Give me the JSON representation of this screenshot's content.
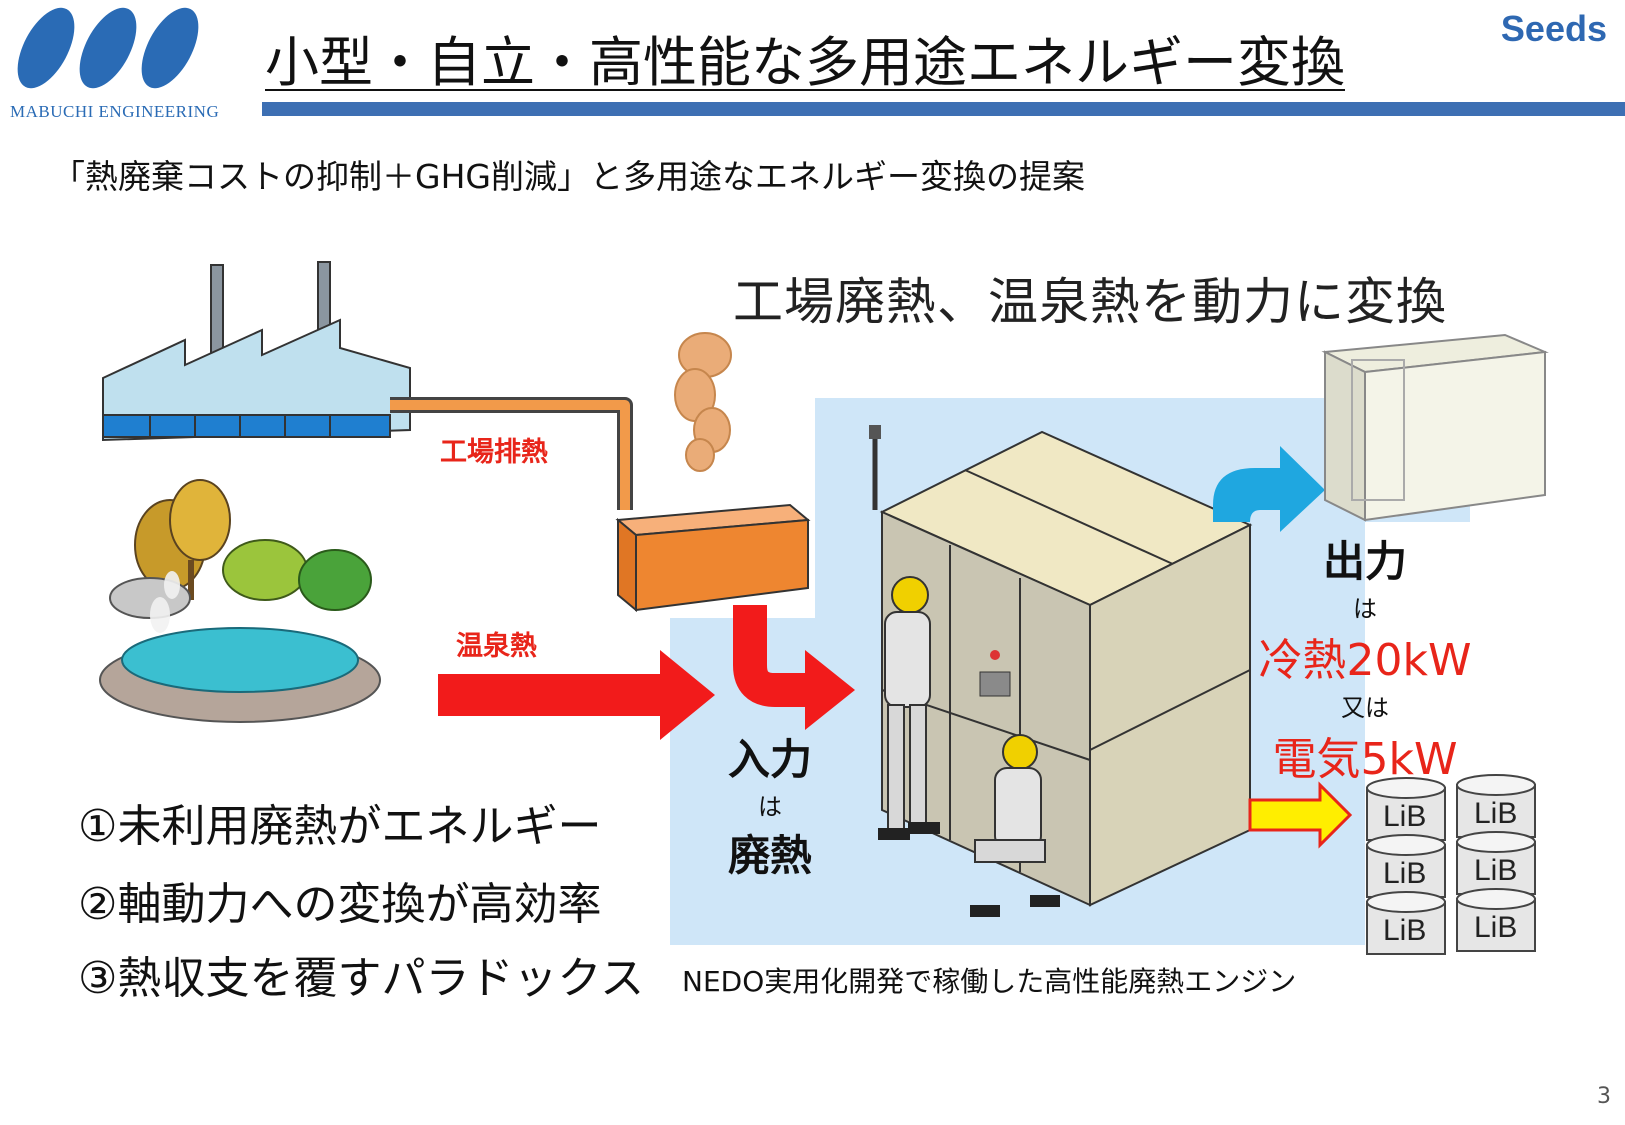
{
  "header": {
    "logo_text": "MABUCHI ENGINEERING",
    "title": "小型・自立・高性能な多用途エネルギー変換",
    "tag": "Seeds",
    "subtitle": "「熱廃棄コストの抑制＋GHG削減」と多用途なエネルギー変換の提案"
  },
  "diagram": {
    "headline": "工場廃熱、温泉熱を動力に変換",
    "factory_label": "工場排熱",
    "onsen_label": "温泉熱",
    "input": {
      "line1": "入力",
      "particle": "は",
      "line2": "廃熱"
    },
    "output": {
      "line1": "出力",
      "particle1": "は",
      "cold": "冷熱20kW",
      "or": "又は",
      "electric": "電気5kW"
    },
    "battery_label": "LiB",
    "caption": "NEDO実用化開発で稼働した高性能廃熱エンジン"
  },
  "points": [
    "①未利用廃熱がエネルギー",
    "②軸動力への変換が高効率",
    "③熱収支を覆すパラドックス"
  ],
  "page_number": "3",
  "colors": {
    "brand_blue": "#2e68b2",
    "panel_blue": "#cfe6f8",
    "arrow_red": "#f21b1b",
    "highlight_red": "#e8251a",
    "arrow_cyan": "#1fa7e0",
    "arrow_yellow": "#ffee00"
  }
}
